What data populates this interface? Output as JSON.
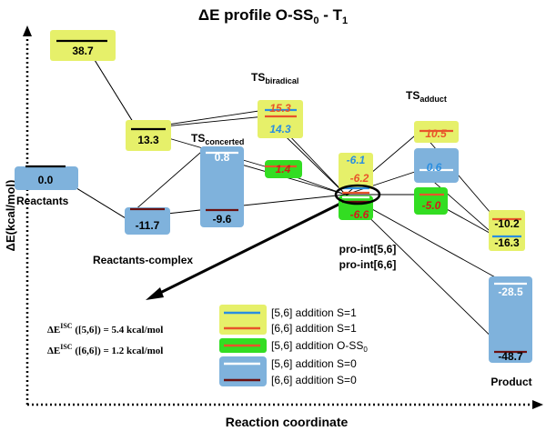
{
  "title": {
    "prefix": "ΔE profile O-SS",
    "sub": "0",
    "suffix": " - T",
    "sub2": "1"
  },
  "axes": {
    "ylabel": "ΔE(kcal/mol)",
    "xlabel": "Reaction coordinate"
  },
  "colors": {
    "yellow_box": "#e6f06a",
    "green_box": "#33dd22",
    "blue_box": "#7fb2dc",
    "blue_line": "#2a8ee0",
    "orange_line": "#e8542a",
    "white_line": "#ffffff",
    "dark_line": "#6b1010",
    "black_line": "#000000"
  },
  "stage_labels": {
    "reactants": "Reactants",
    "reactants_complex": "Reactants-complex",
    "ts_concerted": "TS",
    "ts_concerted_sub": "concerted",
    "ts_biradical": "TS",
    "ts_biradical_sub": "biradical",
    "ts_adduct": "TS",
    "ts_adduct_sub": "adduct",
    "pro_int_56": "pro-int[5,6]",
    "pro_int_66": "pro-int[6,6]",
    "product": "Product"
  },
  "energies": {
    "e_38_7": "38.7",
    "e_13_3": "13.3",
    "e_15_3": "15.3",
    "e_14_3": "14.3",
    "e_1_4": "1.4",
    "e_0_8": "0.8",
    "e_0_0": "0.0",
    "e_m11_7": "-11.7",
    "e_m9_6": "-9.6",
    "e_m6_1": "-6.1",
    "e_m6_2": "-6.2",
    "e_m6_6": "-6.6",
    "e_10_5": "10.5",
    "e_0_6": "0.6",
    "e_m5_0": "-5.0",
    "e_m10_2": "-10.2",
    "e_m16_3": "-16.3",
    "e_m28_5": "-28.5",
    "e_m48_7": "-48.7"
  },
  "isc": {
    "lbl56": "ΔE",
    "sup56": "ISC",
    "val56": " ([5,6]) = 5.4 kcal/mol",
    "lbl66": "ΔE",
    "sup66": "ISC",
    "val66": " ([6,6]) = 1.2 kcal/mol"
  },
  "legend": [
    {
      "label": "[5,6] addition S=1",
      "box": "yellow",
      "line": "blue"
    },
    {
      "label": "[6,6] addition S=1",
      "box": "yellow",
      "line": "orange"
    },
    {
      "label_prefix": "[5,6] addition O-SS",
      "label_sub": "0",
      "box": "green",
      "line": "orange"
    },
    {
      "label": "[5,6] addition S=0",
      "box": "blue",
      "line": "white"
    },
    {
      "label": "[6,6] addition S=0",
      "box": "blue",
      "line": "dark"
    }
  ]
}
